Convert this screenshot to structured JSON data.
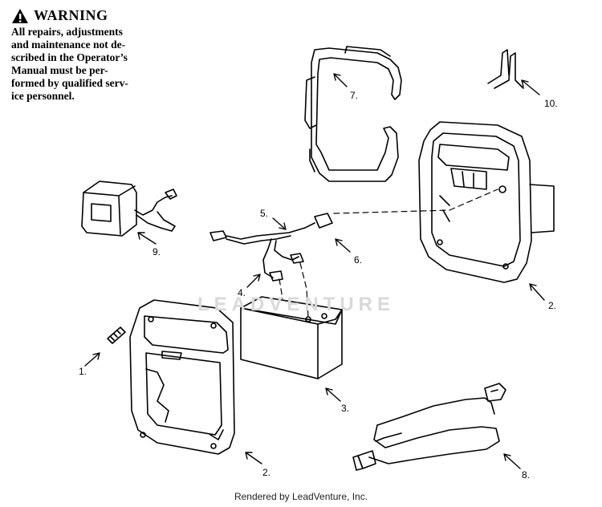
{
  "warning": {
    "title": "WARNING",
    "lines": [
      "All repairs, adjustments",
      "and maintenance not de-",
      "scribed in the Operator’s",
      "Manual must be per-",
      "formed by qualified serv-",
      "ice personnel."
    ],
    "icon": "warning-triangle-icon"
  },
  "callouts": [
    "1.",
    "2.",
    "2.",
    "3.",
    "4.",
    "5.",
    "6.",
    "7.",
    "8.",
    "9.",
    "10."
  ],
  "watermark": "LEADVENTURE",
  "footer": "Rendered by LeadVenture, Inc."
}
